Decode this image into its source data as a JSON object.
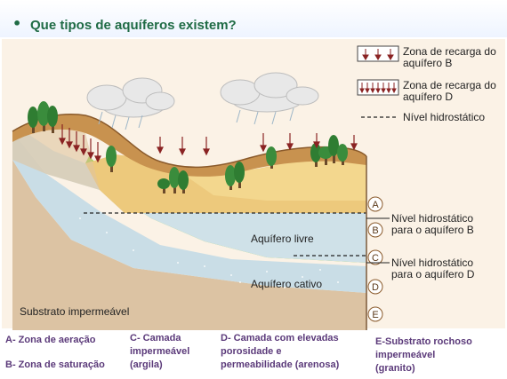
{
  "title": "Que tipos de aquíferos existem?",
  "legend": {
    "recharge_b_line1": "Zona de recarga do",
    "recharge_b_line2": "aquífero B",
    "recharge_d_line1": "Zona de recarga do",
    "recharge_d_line2": "aquífero D",
    "water_table": "Nível hidrostático"
  },
  "layers": {
    "a": "A",
    "b": "B",
    "c": "C",
    "d": "D",
    "e": "E"
  },
  "labels": {
    "aquifer_free": "Aquífero livre",
    "aquifer_confined": "Aquífero cativo",
    "substrate": "Substrato impermeável",
    "level_b_line1": "Nível hidrostático",
    "level_b_line2": "para o aquífero B",
    "level_d_line1": "Nível hidrostático",
    "level_d_line2": "para o aquífero D"
  },
  "captions": {
    "a": "A- Zona de aeração",
    "b": "B- Zona de saturação",
    "c1": "C- Camada",
    "c2": "impermeável",
    "c3": "(argila)",
    "d1": "D- Camada com elevadas",
    "d2": "porosidade e",
    "d3": "permeabilidade (arenosa)",
    "e1": "E-Substrato rochoso",
    "e2": "impermeável",
    "e3": "(granito)"
  }
}
